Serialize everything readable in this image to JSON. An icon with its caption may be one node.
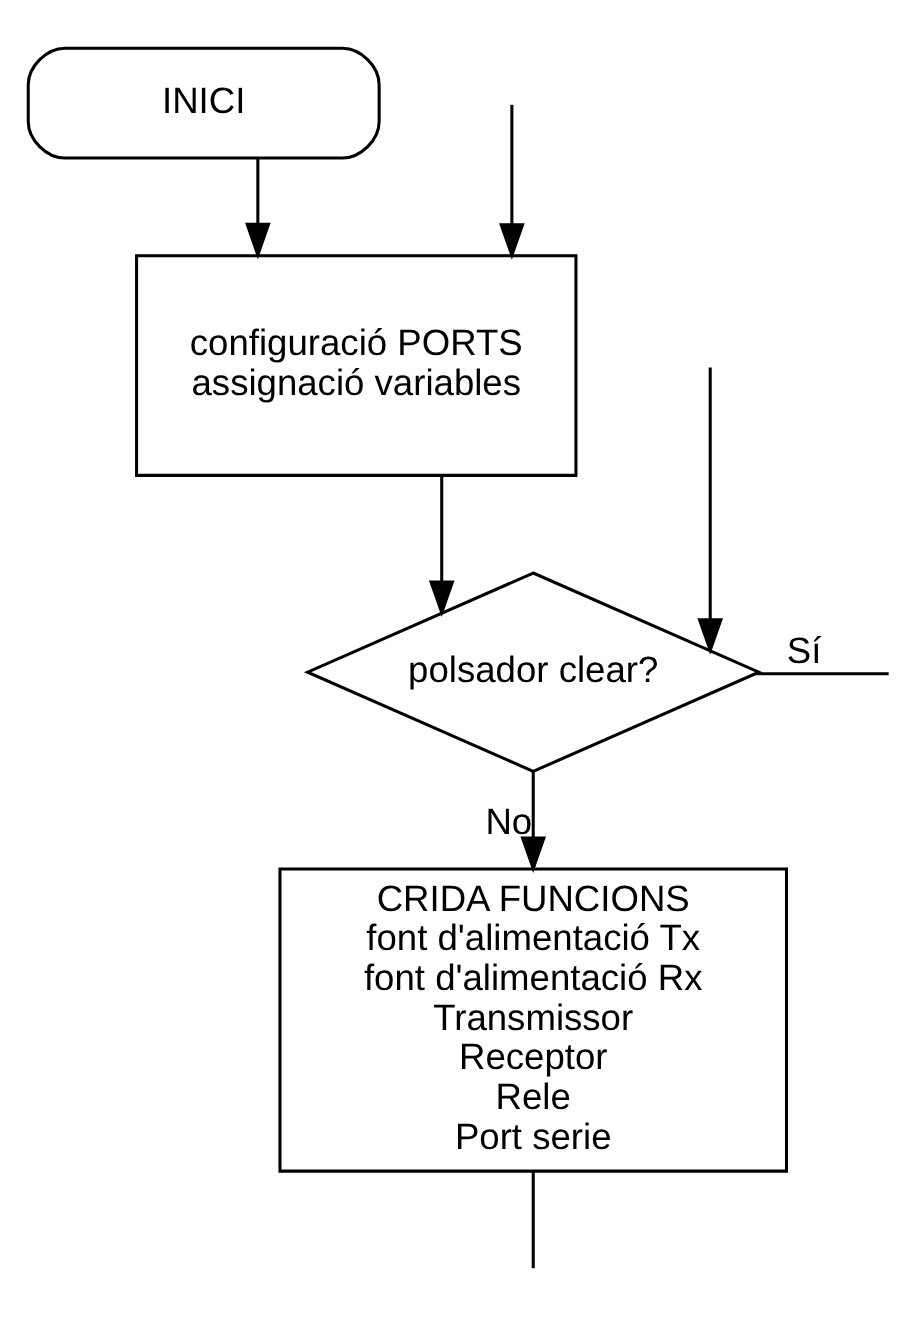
{
  "diagram": {
    "nodes": [
      {
        "text": [
          "INICI"
        ]
      },
      {
        "text": [
          "configuració PORTS assignació variables"
        ]
      },
      {
        "text": [
          "polsador clear?"
        ]
      },
      {
        "text": [
          "CRIDA FUNCIONS",
          "font d'alimentació Tx",
          "font d'alimentació Rx",
          "Transmissor",
          "Receptor",
          "Rele",
          "Port serie"
        ]
      }
    ],
    "edges": [
      {
        "from": 0,
        "to": 1,
        "arrow": "to"
      },
      {
        "from": null,
        "to": 1,
        "arrow": "to"
      },
      {
        "from": 1,
        "to": 2,
        "arrow": "to"
      },
      {
        "from": null,
        "to": 2,
        "arrow": "to"
      },
      {
        "from": 2,
        "to": null,
        "arrow": "none",
        "label": "Sí"
      },
      {
        "from": 2,
        "to": 3,
        "arrow": "to",
        "label": "No"
      },
      {
        "from": 3,
        "to": null,
        "arrow": "none"
      }
    ]
  }
}
